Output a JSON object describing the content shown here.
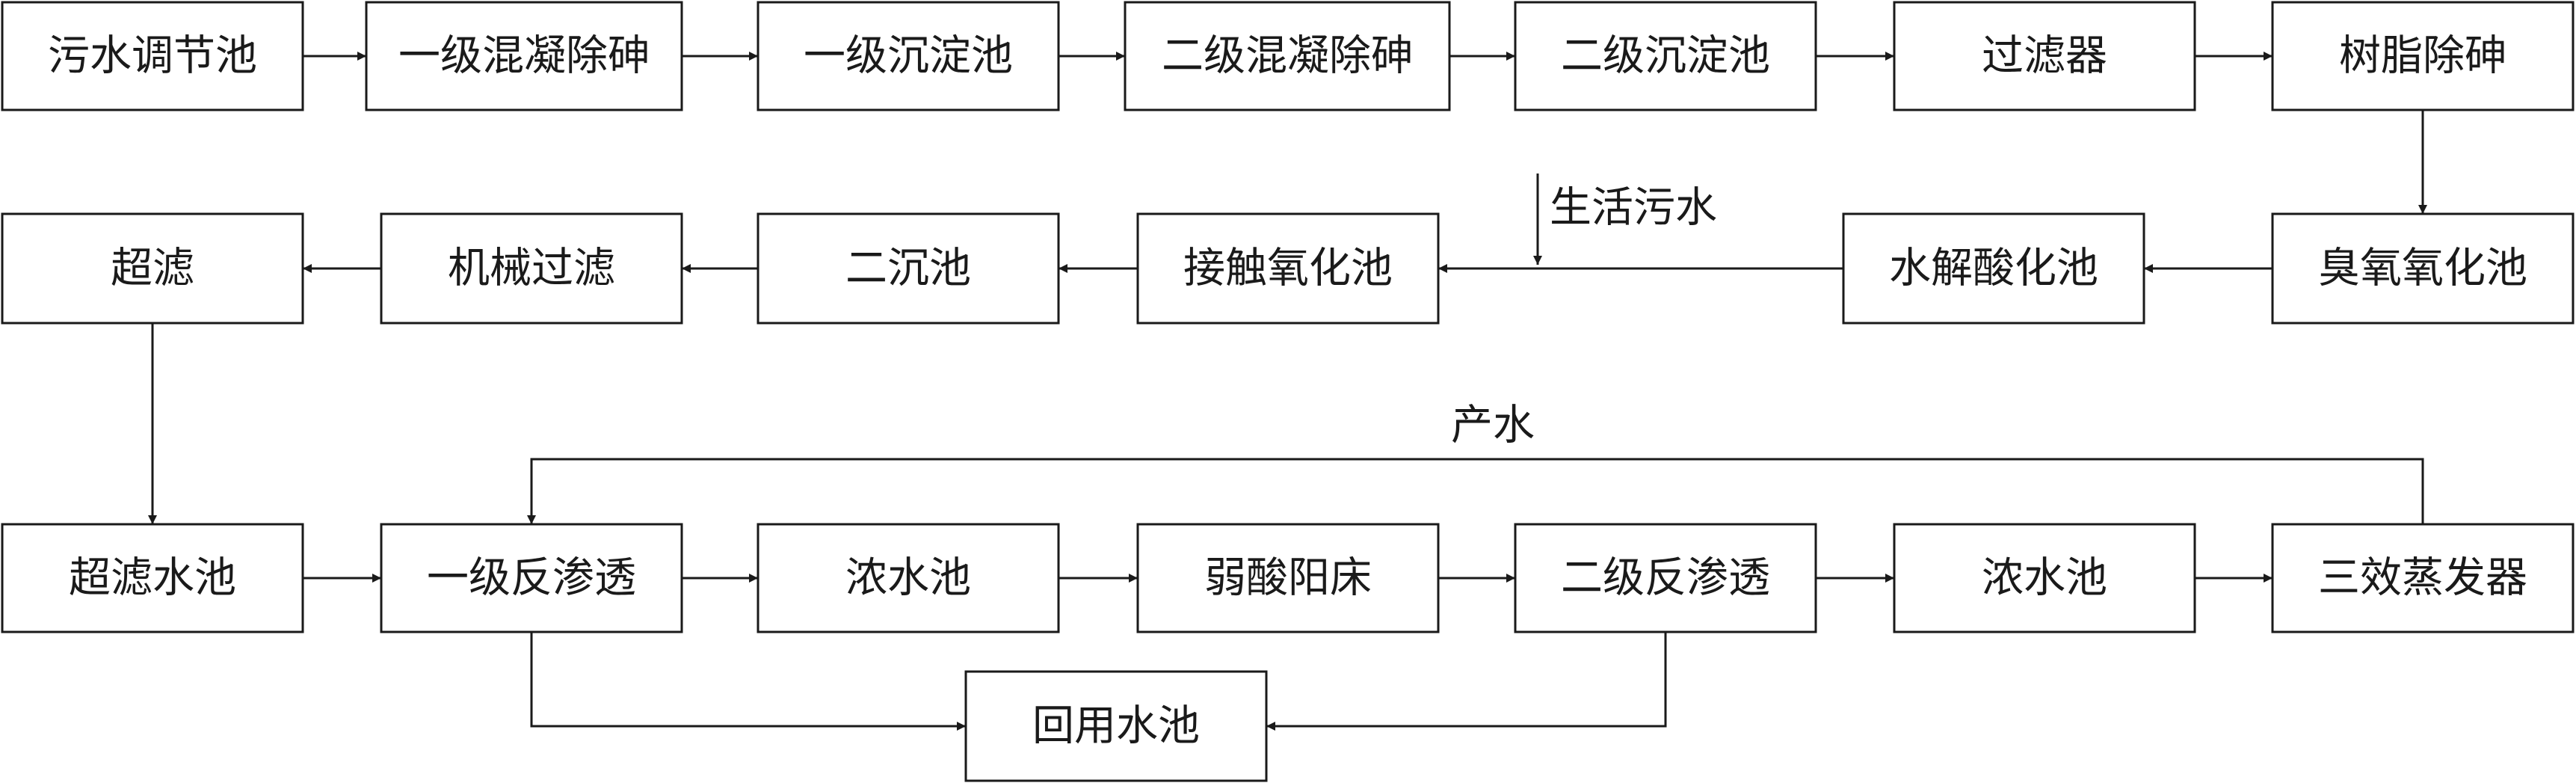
{
  "diagram": {
    "type": "process-flowchart",
    "nodes": [
      {
        "id": "n1",
        "label": "污水调节池"
      },
      {
        "id": "n2",
        "label": "一级混凝除砷"
      },
      {
        "id": "n3",
        "label": "一级沉淀池"
      },
      {
        "id": "n4",
        "label": "二级混凝除砷"
      },
      {
        "id": "n5",
        "label": "二级沉淀池"
      },
      {
        "id": "n6",
        "label": "过滤器"
      },
      {
        "id": "n7",
        "label": "树脂除砷"
      },
      {
        "id": "n8",
        "label": "臭氧氧化池"
      },
      {
        "id": "n9",
        "label": "水解酸化池"
      },
      {
        "id": "n10",
        "label": "接触氧化池"
      },
      {
        "id": "n11",
        "label": "二沉池"
      },
      {
        "id": "n12",
        "label": "机械过滤"
      },
      {
        "id": "n13",
        "label": "超滤"
      },
      {
        "id": "n14",
        "label": "超滤水池"
      },
      {
        "id": "n15",
        "label": "一级反渗透"
      },
      {
        "id": "n16",
        "label": "浓水池"
      },
      {
        "id": "n17",
        "label": "弱酸阳床"
      },
      {
        "id": "n18",
        "label": "二级反渗透"
      },
      {
        "id": "n19",
        "label": "浓水池"
      },
      {
        "id": "n20",
        "label": "三效蒸发器"
      },
      {
        "id": "n21",
        "label": "回用水池"
      }
    ],
    "edges": [
      {
        "from": "n1",
        "to": "n2"
      },
      {
        "from": "n2",
        "to": "n3"
      },
      {
        "from": "n3",
        "to": "n4"
      },
      {
        "from": "n4",
        "to": "n5"
      },
      {
        "from": "n5",
        "to": "n6"
      },
      {
        "from": "n6",
        "to": "n7"
      },
      {
        "from": "n7",
        "to": "n8"
      },
      {
        "from": "n8",
        "to": "n9"
      },
      {
        "from": "n9",
        "to": "n10"
      },
      {
        "from": "n10",
        "to": "n11"
      },
      {
        "from": "n11",
        "to": "n12"
      },
      {
        "from": "n12",
        "to": "n13"
      },
      {
        "from": "n13",
        "to": "n14"
      },
      {
        "from": "n14",
        "to": "n15"
      },
      {
        "from": "n15",
        "to": "n16"
      },
      {
        "from": "n16",
        "to": "n17"
      },
      {
        "from": "n17",
        "to": "n18"
      },
      {
        "from": "n18",
        "to": "n19"
      },
      {
        "from": "n19",
        "to": "n20"
      },
      {
        "from": "n20",
        "to": "n15",
        "label": "产水"
      },
      {
        "from": "n15",
        "to": "n21"
      },
      {
        "from": "n18",
        "to": "n21"
      }
    ],
    "inputs": [
      {
        "label": "生活污水",
        "joins_edge": "n9->n10"
      }
    ]
  }
}
